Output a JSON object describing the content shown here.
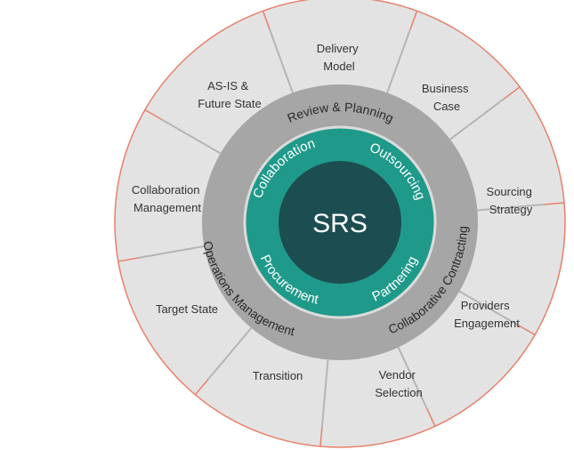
{
  "diagram": {
    "center": {
      "label": "SRS"
    },
    "inner_ring": [
      {
        "label": "Collaboration"
      },
      {
        "label": "Outsourcing"
      },
      {
        "label": "Procurement"
      },
      {
        "label": "Partnering"
      }
    ],
    "middle_ring": [
      {
        "label": "Review & Planning"
      },
      {
        "label": "Operations Management"
      },
      {
        "label": "Collaborative Contracting"
      }
    ],
    "outer_segments": [
      {
        "lines": [
          "Delivery",
          "Model"
        ]
      },
      {
        "lines": [
          "Business",
          "Case"
        ]
      },
      {
        "lines": [
          "Sourcing",
          "Strategy"
        ]
      },
      {
        "lines": [
          "Providers",
          "Engagement"
        ]
      },
      {
        "lines": [
          "Vendor",
          "Selection"
        ]
      },
      {
        "lines": [
          "Transition"
        ]
      },
      {
        "lines": [
          "Target State"
        ]
      },
      {
        "lines": [
          "Collaboration",
          "Management"
        ]
      },
      {
        "lines": [
          "AS-IS &",
          "Future State"
        ]
      }
    ],
    "colors": {
      "outer_fill": "#e3e3e3",
      "outer_stroke": "#e8806a",
      "divider": "#b5b5b5",
      "middle_fill": "#a6a6a6",
      "inner_fill": "#1f9a8a",
      "inner_ring_border": "#dcdcdc",
      "center_fill": "#1c4d51"
    }
  }
}
